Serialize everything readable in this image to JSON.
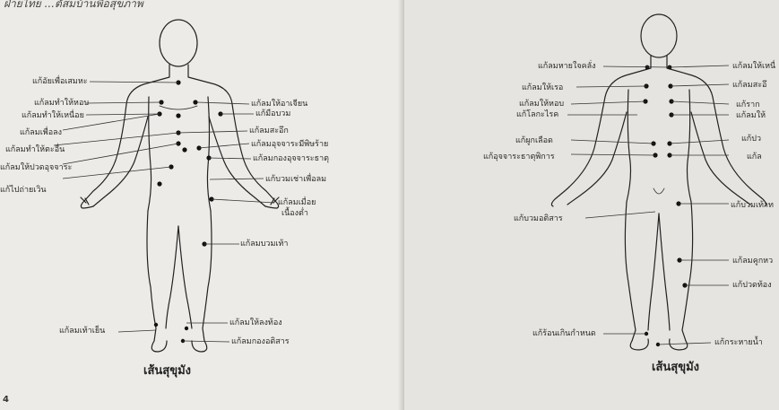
{
  "header": {
    "text": "ฝ่ายไทย ...ตัสมบ้านพื่อสุขภาพ"
  },
  "page_number": "4",
  "front_figure": {
    "caption": "เส้นสุขุมัง",
    "labels": [
      "แก้อัยเพื่อเสมหะ",
      "แก้ลมทำให้หอบ",
      "แก้ลมทำให้เหนื่อย",
      "แก้ลมเพื่อลง",
      "แก้ลมทำให้ตะอื่น",
      "แก้ลมให้ปวดอุจจาระ",
      "แก้ไปถ่ายเวิน",
      "แก้ลมให้อาเจียน",
      "แก้มือบวม",
      "แก้ลมสะอึก",
      "แก้ลมอุจจาระมีพิษร้าย",
      "แก้ลมกองอุจจาระธาตุ",
      "แก้บวมเช่าเพื่อลม",
      "แก้ลมเมื่อย",
      "เนื้องต่ำ",
      "แก้ลมบวมเท้า",
      "แก้ลมให้ลงท้อง",
      "แก้ลมกองอติสาร",
      "แก้ลมเท้าเย็น"
    ]
  },
  "back_figure": {
    "caption": "เส้นสุขุมัง",
    "labels": [
      "แก้ลมหายใจคลั่ง",
      "แก้ลมให้เรอ",
      "แก้ลมให้หอบ",
      "แก้โลกะไรค",
      "แก้ผูกเลือด",
      "แก้อุจจาระธาตุพิการ",
      "แก้บวมอติสาร",
      "แก้ร้อนเกินกำหนด",
      "แก้ลมให้เหนื่",
      "แก้ลมสะอึ",
      "แก้ราก",
      "แก้ลมให้",
      "แก้ปว",
      "แก้ล",
      "แก้บวมเท้าท",
      "แก้ลมคูกหว",
      "แก้ปวดท้อง",
      "แก้กระหายน้ำ"
    ]
  }
}
